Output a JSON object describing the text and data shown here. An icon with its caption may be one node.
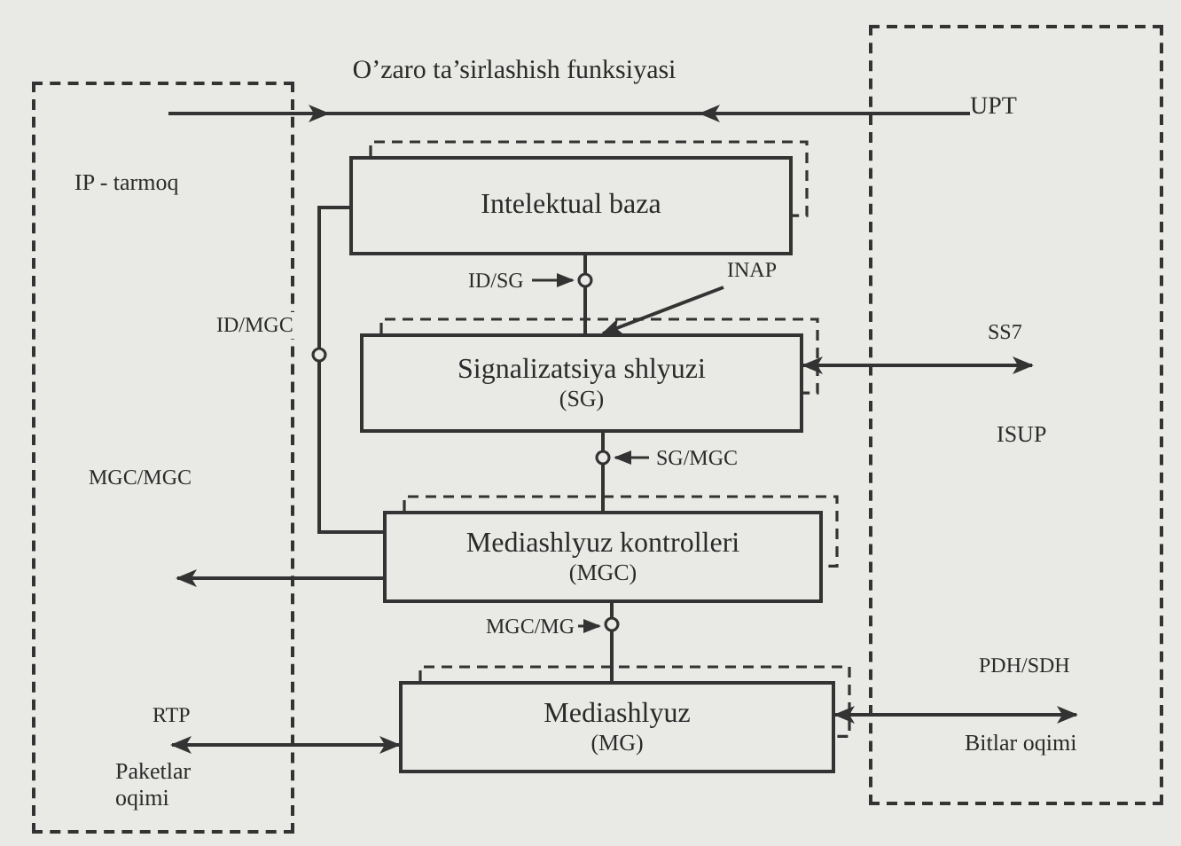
{
  "diagram": {
    "nodes": [
      {
        "text": [
          "IP - tarmoq",
          "Paketlar oqimi"
        ]
      },
      {
        "text": [
          "ISUP",
          "Bitlar oqimi"
        ]
      },
      {
        "text": [
          "UPT"
        ],
        "in": 1
      },
      {
        "text": [
          "Intelektual baza"
        ]
      },
      {
        "text": [
          "Signalizatsiya shlyuzi",
          "(SG)"
        ]
      },
      {
        "text": [
          "Mediashlyuz kontrolleri",
          "(MGC)"
        ]
      },
      {
        "text": [
          "Mediashlyuz",
          "(MG)"
        ]
      },
      {
        "text": [
          "O’zaro ta’sirlashish funksiyasi"
        ]
      },
      {
        "text": [
          "INAP"
        ]
      }
    ],
    "edges": [
      {
        "from": 0,
        "to": 7,
        "arrow": "to"
      },
      {
        "from": 2,
        "to": 7,
        "arrow": "to"
      },
      {
        "from": 3,
        "to": 4,
        "arrow": "none",
        "label": "ID/SG"
      },
      {
        "from": 3,
        "to": 5,
        "arrow": "none",
        "label": "ID/MGC"
      },
      {
        "from": 4,
        "to": null,
        "arrow": "both",
        "label": "SS7"
      },
      {
        "from": 4,
        "to": 5,
        "arrow": "none",
        "label": "SG/MGC"
      },
      {
        "from": 5,
        "to": 0,
        "arrow": "to",
        "label": "MGC/MGC"
      },
      {
        "from": 5,
        "to": 6,
        "arrow": "none",
        "label": "MGC/MG"
      },
      {
        "from": 6,
        "to": 0,
        "arrow": "both",
        "label": "RTP"
      },
      {
        "from": 6,
        "to": null,
        "arrow": "both",
        "label": "PDH/SDH"
      },
      {
        "from": 8,
        "to": 4,
        "arrow": "to"
      }
    ]
  }
}
